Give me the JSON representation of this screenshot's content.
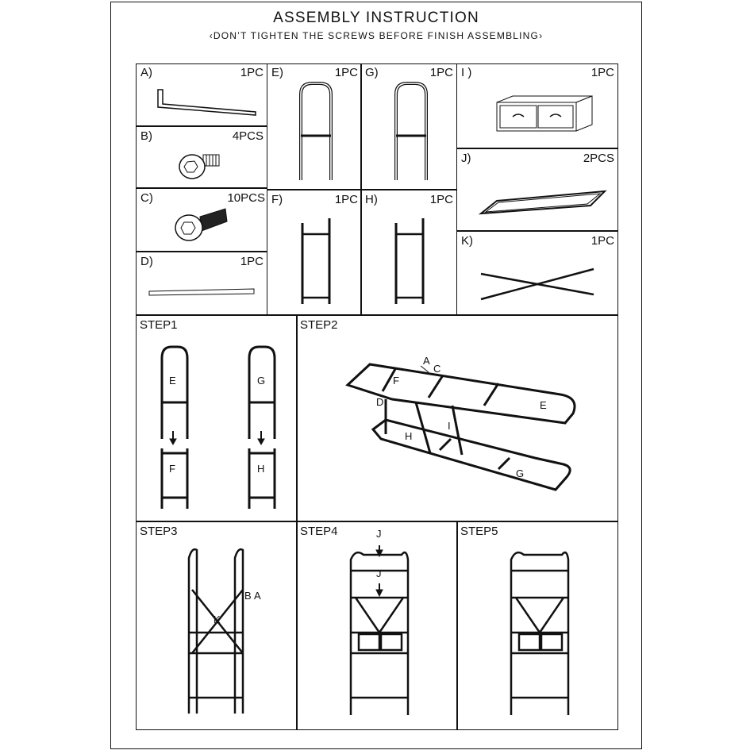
{
  "header": {
    "title": "ASSEMBLY INSTRUCTION",
    "subtitle": "‹DON’T TIGHTEN THE SCREWS BEFORE FINISH ASSEMBLING›"
  },
  "parts": [
    {
      "id": "A",
      "label": "A)",
      "qty": "1PC",
      "icon": "allen-key-icon"
    },
    {
      "id": "B",
      "label": "B)",
      "qty": "4PCS",
      "icon": "short-screw-icon"
    },
    {
      "id": "C",
      "label": "C)",
      "qty": "10PCS",
      "icon": "long-screw-icon"
    },
    {
      "id": "D",
      "label": "D)",
      "qty": "1PC",
      "icon": "rod-icon"
    },
    {
      "id": "E",
      "label": "E)",
      "qty": "1PC",
      "icon": "upper-frame-icon"
    },
    {
      "id": "F",
      "label": "F)",
      "qty": "1PC",
      "icon": "lower-frame-icon"
    },
    {
      "id": "G",
      "label": "G)",
      "qty": "1PC",
      "icon": "upper-frame-icon"
    },
    {
      "id": "H",
      "label": "H)",
      "qty": "1PC",
      "icon": "lower-frame-icon"
    },
    {
      "id": "I",
      "label": "I )",
      "qty": "1PC",
      "icon": "drawer-box-icon"
    },
    {
      "id": "J",
      "label": "J)",
      "qty": "2PCS",
      "icon": "shelf-frame-icon"
    },
    {
      "id": "K",
      "label": "K)",
      "qty": "1PC",
      "icon": "cross-brace-icon"
    }
  ],
  "steps": [
    {
      "label": "STEP1",
      "letters": [
        "E",
        "G",
        "F",
        "H"
      ]
    },
    {
      "label": "STEP2",
      "letters": [
        "A",
        "C",
        "F",
        "D",
        "E",
        "H",
        "I",
        "G"
      ]
    },
    {
      "label": "STEP3",
      "letters": [
        "B",
        "A",
        "K"
      ]
    },
    {
      "label": "STEP4",
      "letters": [
        "J",
        "J"
      ]
    },
    {
      "label": "STEP5",
      "letters": []
    }
  ]
}
